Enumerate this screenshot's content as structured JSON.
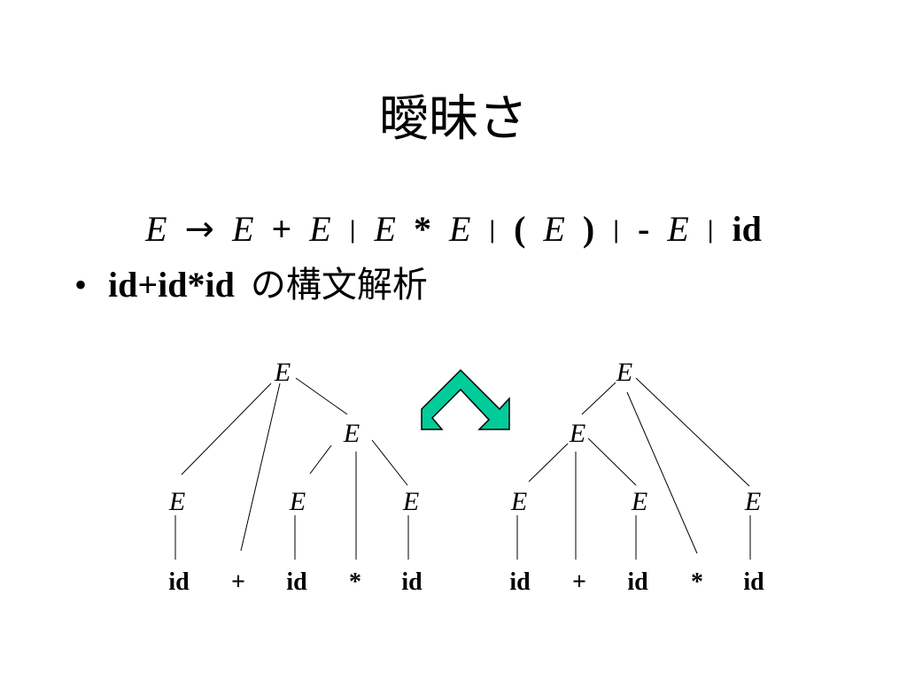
{
  "slide": {
    "title": "曖昧さ",
    "grammar": [
      {
        "t": "E",
        "s": "i"
      },
      {
        "t": "→",
        "s": "n"
      },
      {
        "t": "E",
        "s": "i"
      },
      {
        "t": "+",
        "s": "b"
      },
      {
        "t": "E",
        "s": "i"
      },
      {
        "t": "|",
        "s": "n"
      },
      {
        "t": "E",
        "s": "i"
      },
      {
        "t": "*",
        "s": "b"
      },
      {
        "t": "E",
        "s": "i"
      },
      {
        "t": "|",
        "s": "n"
      },
      {
        "t": "(",
        "s": "b"
      },
      {
        "t": "E",
        "s": "i"
      },
      {
        "t": ")",
        "s": "b"
      },
      {
        "t": "|",
        "s": "n"
      },
      {
        "t": "-",
        "s": "b"
      },
      {
        "t": "E",
        "s": "i"
      },
      {
        "t": "|",
        "s": "n"
      },
      {
        "t": "id",
        "s": "b"
      }
    ],
    "bullet": {
      "marker": "•",
      "expr": "id+id*id",
      "text": "の構文解析"
    }
  },
  "trees": [
    {
      "nodes": [
        "E",
        "E",
        "E",
        "E",
        "E"
      ],
      "leaves": [
        "id",
        "+",
        "id",
        "*",
        "id"
      ]
    },
    {
      "nodes": [
        "E",
        "E",
        "E",
        "E",
        "E"
      ],
      "leaves": [
        "id",
        "+",
        "id",
        "*",
        "id"
      ]
    }
  ],
  "arrow": {
    "fill": "#00cc99",
    "stroke": "#000000"
  }
}
